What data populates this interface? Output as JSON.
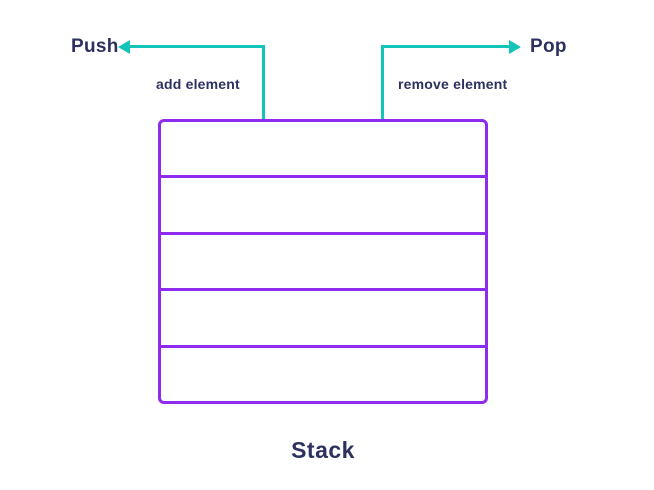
{
  "diagram": {
    "push": {
      "label": "Push",
      "annotation": "add element"
    },
    "pop": {
      "label": "Pop",
      "annotation": "remove element"
    },
    "stack": {
      "label": "Stack",
      "cell_count": 5
    },
    "colors": {
      "arrow": "#13c5b8",
      "stack_border": "#8d2bee",
      "text": "#2d3160"
    }
  }
}
